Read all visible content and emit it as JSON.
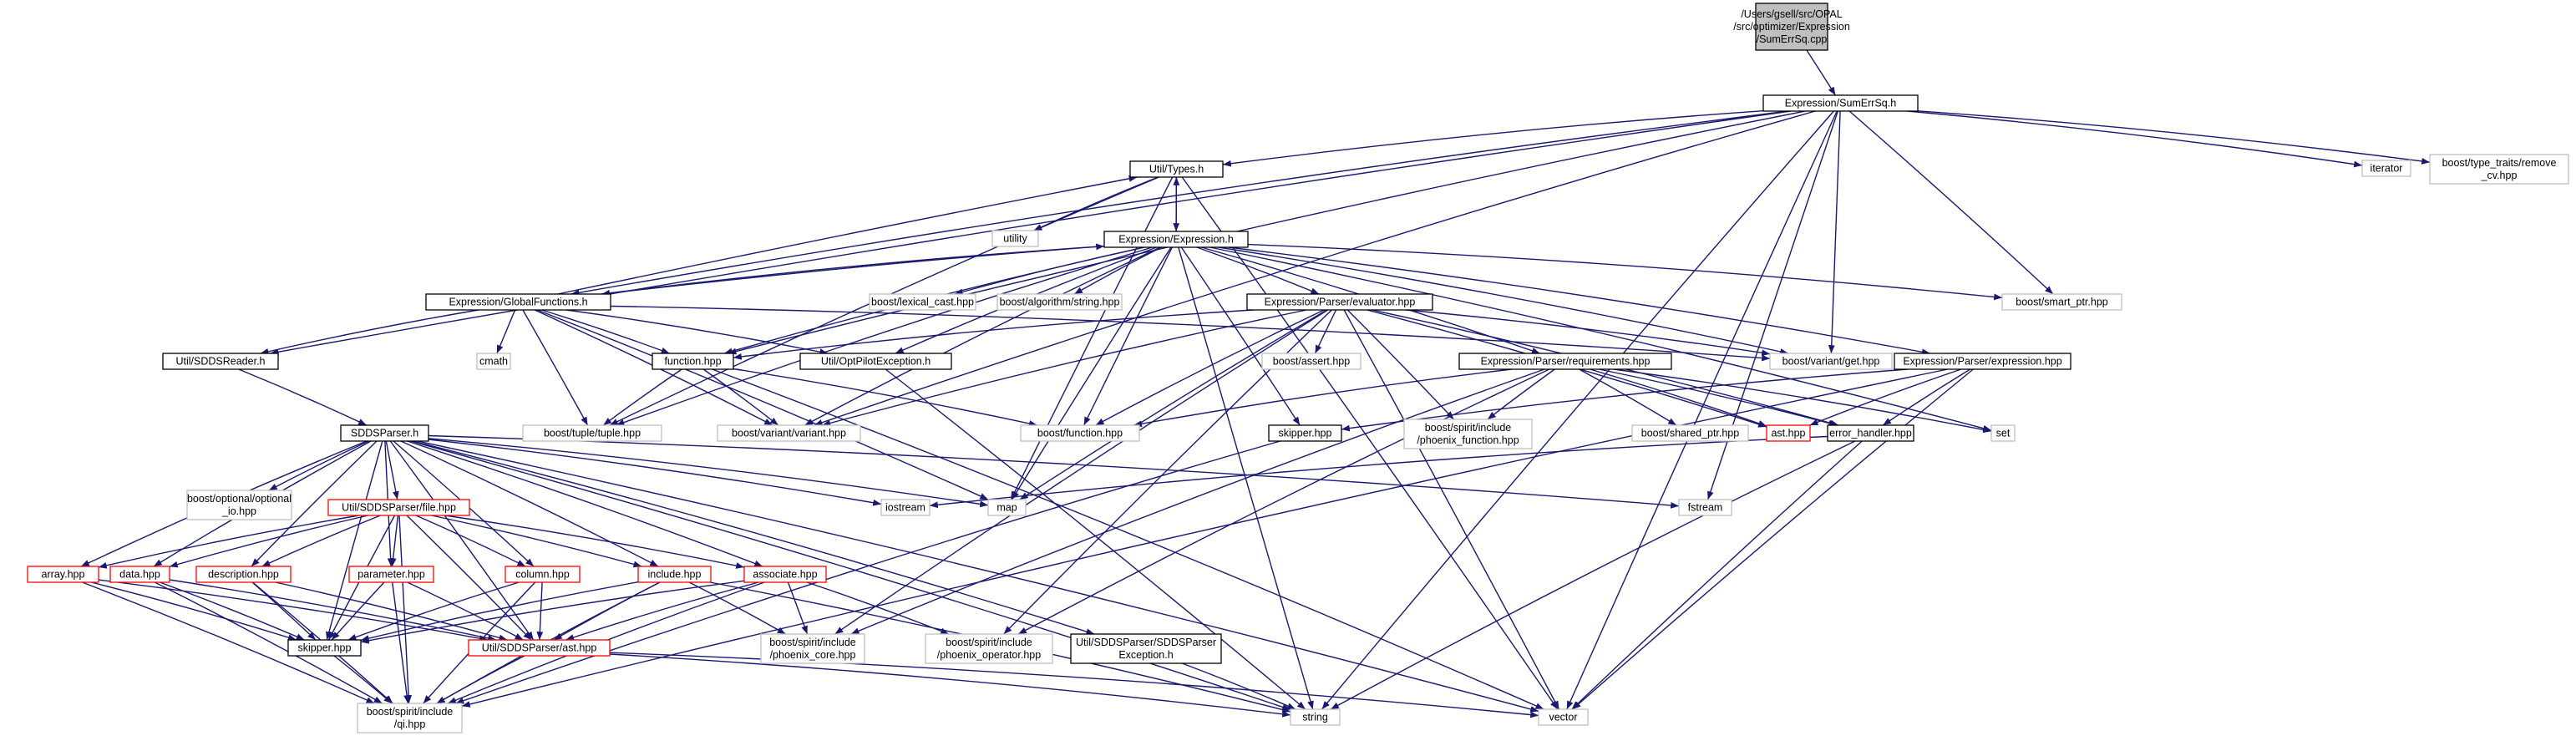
{
  "colors": {
    "edge": "#191970",
    "root_fill": "#bfbfbf",
    "documented_border": "#000000",
    "truncated_border": "#ff0000",
    "system_border": "#bfbfbf",
    "node_fill": "#ffffff"
  },
  "nodes": [
    {
      "id": "root",
      "lines": [
        "/Users/gsell/src/OPAL",
        "/src/optimizer/Expression",
        "/SumErrSq.cpp"
      ],
      "kind": "root"
    },
    {
      "id": "sumerr",
      "lines": [
        "Expression/SumErrSq.h"
      ],
      "kind": "documented"
    },
    {
      "id": "types",
      "lines": [
        "Util/Types.h"
      ],
      "kind": "documented"
    },
    {
      "id": "iterator",
      "lines": [
        "iterator"
      ],
      "kind": "system"
    },
    {
      "id": "remove_cv",
      "lines": [
        "boost/type_traits/remove",
        "_cv.hpp"
      ],
      "kind": "system"
    },
    {
      "id": "utility",
      "lines": [
        "utility"
      ],
      "kind": "system"
    },
    {
      "id": "expression",
      "lines": [
        "Expression/Expression.h"
      ],
      "kind": "documented"
    },
    {
      "id": "globalfn",
      "lines": [
        "Expression/GlobalFunctions.h"
      ],
      "kind": "documented"
    },
    {
      "id": "lexical",
      "lines": [
        "boost/lexical_cast.hpp"
      ],
      "kind": "system"
    },
    {
      "id": "algostring",
      "lines": [
        "boost/algorithm/string.hpp"
      ],
      "kind": "system"
    },
    {
      "id": "evaluator",
      "lines": [
        "Expression/Parser/evaluator.hpp"
      ],
      "kind": "documented"
    },
    {
      "id": "smartptr",
      "lines": [
        "boost/smart_ptr.hpp"
      ],
      "kind": "system"
    },
    {
      "id": "sddsreader",
      "lines": [
        "Util/SDDSReader.h"
      ],
      "kind": "documented"
    },
    {
      "id": "cmath",
      "lines": [
        "cmath"
      ],
      "kind": "system"
    },
    {
      "id": "functionhpp",
      "lines": [
        "function.hpp"
      ],
      "kind": "documented"
    },
    {
      "id": "optpilotex",
      "lines": [
        "Util/OptPilotException.h"
      ],
      "kind": "documented"
    },
    {
      "id": "boostassert",
      "lines": [
        "boost/assert.hpp"
      ],
      "kind": "system"
    },
    {
      "id": "variantget",
      "lines": [
        "boost/variant/get.hpp"
      ],
      "kind": "system"
    },
    {
      "id": "exprparser",
      "lines": [
        "Expression/Parser/expression.hpp"
      ],
      "kind": "documented"
    },
    {
      "id": "requirements",
      "lines": [
        "Expression/Parser/requirements.hpp"
      ],
      "kind": "documented"
    },
    {
      "id": "sddsparser",
      "lines": [
        "SDDSParser.h"
      ],
      "kind": "documented"
    },
    {
      "id": "tuple",
      "lines": [
        "boost/tuple/tuple.hpp"
      ],
      "kind": "system"
    },
    {
      "id": "variant",
      "lines": [
        "boost/variant/variant.hpp"
      ],
      "kind": "system"
    },
    {
      "id": "boostfunction",
      "lines": [
        "boost/function.hpp"
      ],
      "kind": "system"
    },
    {
      "id": "skipper1",
      "lines": [
        "skipper.hpp"
      ],
      "kind": "documented"
    },
    {
      "id": "phoenixfn",
      "lines": [
        "boost/spirit/include",
        "/phoenix_function.hpp"
      ],
      "kind": "system"
    },
    {
      "id": "sharedptr",
      "lines": [
        "boost/shared_ptr.hpp"
      ],
      "kind": "system"
    },
    {
      "id": "asthpp",
      "lines": [
        "ast.hpp"
      ],
      "kind": "truncated"
    },
    {
      "id": "errorhandler",
      "lines": [
        "error_handler.hpp"
      ],
      "kind": "documented"
    },
    {
      "id": "set",
      "lines": [
        "set"
      ],
      "kind": "system"
    },
    {
      "id": "optionalio",
      "lines": [
        "boost/optional/optional",
        "_io.hpp"
      ],
      "kind": "system"
    },
    {
      "id": "filehpp",
      "lines": [
        "Util/SDDSParser/file.hpp"
      ],
      "kind": "truncated"
    },
    {
      "id": "iostream",
      "lines": [
        "iostream"
      ],
      "kind": "system"
    },
    {
      "id": "map",
      "lines": [
        "map"
      ],
      "kind": "system"
    },
    {
      "id": "fstream",
      "lines": [
        "fstream"
      ],
      "kind": "system"
    },
    {
      "id": "array",
      "lines": [
        "array.hpp"
      ],
      "kind": "truncated"
    },
    {
      "id": "data",
      "lines": [
        "data.hpp"
      ],
      "kind": "truncated"
    },
    {
      "id": "description",
      "lines": [
        "description.hpp"
      ],
      "kind": "truncated"
    },
    {
      "id": "parameter",
      "lines": [
        "parameter.hpp"
      ],
      "kind": "truncated"
    },
    {
      "id": "column",
      "lines": [
        "column.hpp"
      ],
      "kind": "truncated"
    },
    {
      "id": "include",
      "lines": [
        "include.hpp"
      ],
      "kind": "truncated"
    },
    {
      "id": "associate",
      "lines": [
        "associate.hpp"
      ],
      "kind": "truncated"
    },
    {
      "id": "skipper2",
      "lines": [
        "skipper.hpp"
      ],
      "kind": "documented"
    },
    {
      "id": "sddsast",
      "lines": [
        "Util/SDDSParser/ast.hpp"
      ],
      "kind": "truncated"
    },
    {
      "id": "phoenixcore",
      "lines": [
        "boost/spirit/include",
        "/phoenix_core.hpp"
      ],
      "kind": "system"
    },
    {
      "id": "phoenixop",
      "lines": [
        "boost/spirit/include",
        "/phoenix_operator.hpp"
      ],
      "kind": "system"
    },
    {
      "id": "sddsexc",
      "lines": [
        "Util/SDDSParser/SDDSParser",
        "Exception.h"
      ],
      "kind": "documented"
    },
    {
      "id": "qi",
      "lines": [
        "boost/spirit/include",
        "/qi.hpp"
      ],
      "kind": "system"
    },
    {
      "id": "string",
      "lines": [
        "string"
      ],
      "kind": "system"
    },
    {
      "id": "vector",
      "lines": [
        "vector"
      ],
      "kind": "system"
    }
  ],
  "edges": [
    [
      "root",
      "sumerr"
    ],
    [
      "sumerr",
      "types"
    ],
    [
      "sumerr",
      "iterator"
    ],
    [
      "sumerr",
      "remove_cv"
    ],
    [
      "sumerr",
      "smartptr"
    ],
    [
      "sumerr",
      "variantget"
    ],
    [
      "sumerr",
      "sddsreader"
    ],
    [
      "sumerr",
      "functionhpp"
    ],
    [
      "sumerr",
      "globalfn"
    ],
    [
      "sumerr",
      "string"
    ],
    [
      "sumerr",
      "vector"
    ],
    [
      "sumerr",
      "fstream"
    ],
    [
      "sumerr",
      "variant"
    ],
    [
      "types",
      "utility"
    ],
    [
      "types",
      "expression"
    ],
    [
      "types",
      "vector"
    ],
    [
      "types",
      "map"
    ],
    [
      "types",
      "tuple"
    ],
    [
      "expression",
      "types"
    ],
    [
      "expression",
      "globalfn"
    ],
    [
      "expression",
      "lexical"
    ],
    [
      "expression",
      "algostring"
    ],
    [
      "expression",
      "evaluator"
    ],
    [
      "expression",
      "smartptr"
    ],
    [
      "expression",
      "variantget"
    ],
    [
      "expression",
      "exprparser"
    ],
    [
      "expression",
      "requirements"
    ],
    [
      "expression",
      "functionhpp"
    ],
    [
      "expression",
      "optpilotex"
    ],
    [
      "expression",
      "boostfunction"
    ],
    [
      "expression",
      "tuple"
    ],
    [
      "expression",
      "variant"
    ],
    [
      "expression",
      "set"
    ],
    [
      "expression",
      "string"
    ],
    [
      "expression",
      "map"
    ],
    [
      "expression",
      "skipper1"
    ],
    [
      "globalfn",
      "types"
    ],
    [
      "globalfn",
      "expression"
    ],
    [
      "globalfn",
      "cmath"
    ],
    [
      "globalfn",
      "functionhpp"
    ],
    [
      "globalfn",
      "tuple"
    ],
    [
      "globalfn",
      "variant"
    ],
    [
      "globalfn",
      "optpilotex"
    ],
    [
      "globalfn",
      "variantget"
    ],
    [
      "globalfn",
      "sddsreader"
    ],
    [
      "globalfn",
      "map"
    ],
    [
      "evaluator",
      "functionhpp"
    ],
    [
      "evaluator",
      "boostassert"
    ],
    [
      "evaluator",
      "variantget"
    ],
    [
      "evaluator",
      "boostfunction"
    ],
    [
      "evaluator",
      "phoenixfn"
    ],
    [
      "evaluator",
      "asthpp"
    ],
    [
      "evaluator",
      "errorhandler"
    ],
    [
      "evaluator",
      "vector"
    ],
    [
      "evaluator",
      "map"
    ],
    [
      "evaluator",
      "variant"
    ],
    [
      "evaluator",
      "phoenixcore"
    ],
    [
      "evaluator",
      "phoenixop"
    ],
    [
      "functionhpp",
      "boostfunction"
    ],
    [
      "functionhpp",
      "tuple"
    ],
    [
      "functionhpp",
      "variant"
    ],
    [
      "functionhpp",
      "vector"
    ],
    [
      "optpilotex",
      "string"
    ],
    [
      "exprparser",
      "skipper1"
    ],
    [
      "exprparser",
      "asthpp"
    ],
    [
      "exprparser",
      "errorhandler"
    ],
    [
      "exprparser",
      "vector"
    ],
    [
      "exprparser",
      "qi"
    ],
    [
      "requirements",
      "boostfunction"
    ],
    [
      "requirements",
      "phoenixfn"
    ],
    [
      "requirements",
      "sharedptr"
    ],
    [
      "requirements",
      "asthpp"
    ],
    [
      "requirements",
      "errorhandler"
    ],
    [
      "requirements",
      "set"
    ],
    [
      "requirements",
      "phoenixcore"
    ],
    [
      "requirements",
      "phoenixop"
    ],
    [
      "sddsreader",
      "sddsparser"
    ],
    [
      "sddsparser",
      "optionalio"
    ],
    [
      "sddsparser",
      "filehpp"
    ],
    [
      "sddsparser",
      "iostream"
    ],
    [
      "sddsparser",
      "map"
    ],
    [
      "sddsparser",
      "fstream"
    ],
    [
      "sddsparser",
      "array"
    ],
    [
      "sddsparser",
      "data"
    ],
    [
      "sddsparser",
      "description"
    ],
    [
      "sddsparser",
      "parameter"
    ],
    [
      "sddsparser",
      "column"
    ],
    [
      "sddsparser",
      "include"
    ],
    [
      "sddsparser",
      "associate"
    ],
    [
      "sddsparser",
      "skipper2"
    ],
    [
      "sddsparser",
      "sddsast"
    ],
    [
      "sddsparser",
      "sddsexc"
    ],
    [
      "sddsparser",
      "string"
    ],
    [
      "sddsparser",
      "vector"
    ],
    [
      "filehpp",
      "array"
    ],
    [
      "filehpp",
      "data"
    ],
    [
      "filehpp",
      "description"
    ],
    [
      "filehpp",
      "parameter"
    ],
    [
      "filehpp",
      "column"
    ],
    [
      "filehpp",
      "include"
    ],
    [
      "filehpp",
      "associate"
    ],
    [
      "filehpp",
      "skipper2"
    ],
    [
      "filehpp",
      "sddsast"
    ],
    [
      "filehpp",
      "qi"
    ],
    [
      "array",
      "skipper2"
    ],
    [
      "array",
      "sddsast"
    ],
    [
      "array",
      "qi"
    ],
    [
      "data",
      "skipper2"
    ],
    [
      "data",
      "sddsast"
    ],
    [
      "data",
      "qi"
    ],
    [
      "description",
      "skipper2"
    ],
    [
      "description",
      "sddsast"
    ],
    [
      "description",
      "qi"
    ],
    [
      "parameter",
      "skipper2"
    ],
    [
      "parameter",
      "sddsast"
    ],
    [
      "parameter",
      "qi"
    ],
    [
      "column",
      "skipper2"
    ],
    [
      "column",
      "sddsast"
    ],
    [
      "column",
      "qi"
    ],
    [
      "include",
      "skipper2"
    ],
    [
      "include",
      "sddsast"
    ],
    [
      "include",
      "qi"
    ],
    [
      "include",
      "string"
    ],
    [
      "include",
      "phoenixcore"
    ],
    [
      "associate",
      "skipper2"
    ],
    [
      "associate",
      "sddsast"
    ],
    [
      "associate",
      "qi"
    ],
    [
      "associate",
      "phoenixcore"
    ],
    [
      "associate",
      "phoenixop"
    ],
    [
      "skipper2",
      "qi"
    ],
    [
      "sddsast",
      "qi"
    ],
    [
      "sddsast",
      "vector"
    ],
    [
      "sddsast",
      "string"
    ],
    [
      "sddsexc",
      "string"
    ],
    [
      "skipper1",
      "qi"
    ],
    [
      "errorhandler",
      "iostream"
    ],
    [
      "errorhandler",
      "string"
    ],
    [
      "errorhandler",
      "vector"
    ]
  ]
}
